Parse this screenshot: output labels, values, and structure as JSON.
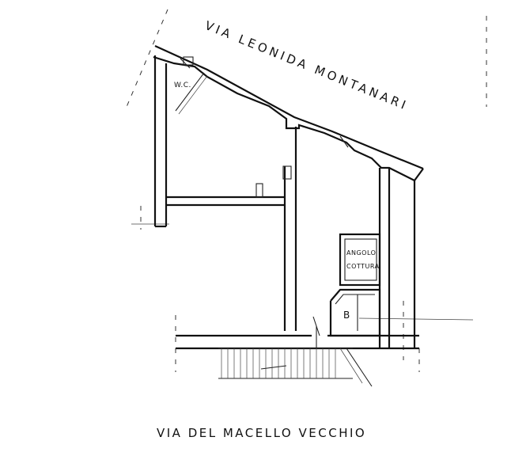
{
  "labels": {
    "street_top": "VIA LEONIDA MONTANARI",
    "street_bottom": "VIA DEL MACELLO VECCHIO",
    "kitchen_line1": "ANGOLO",
    "kitchen_line2": "COTTURA",
    "wc": "W.C.",
    "room_b": "B"
  }
}
